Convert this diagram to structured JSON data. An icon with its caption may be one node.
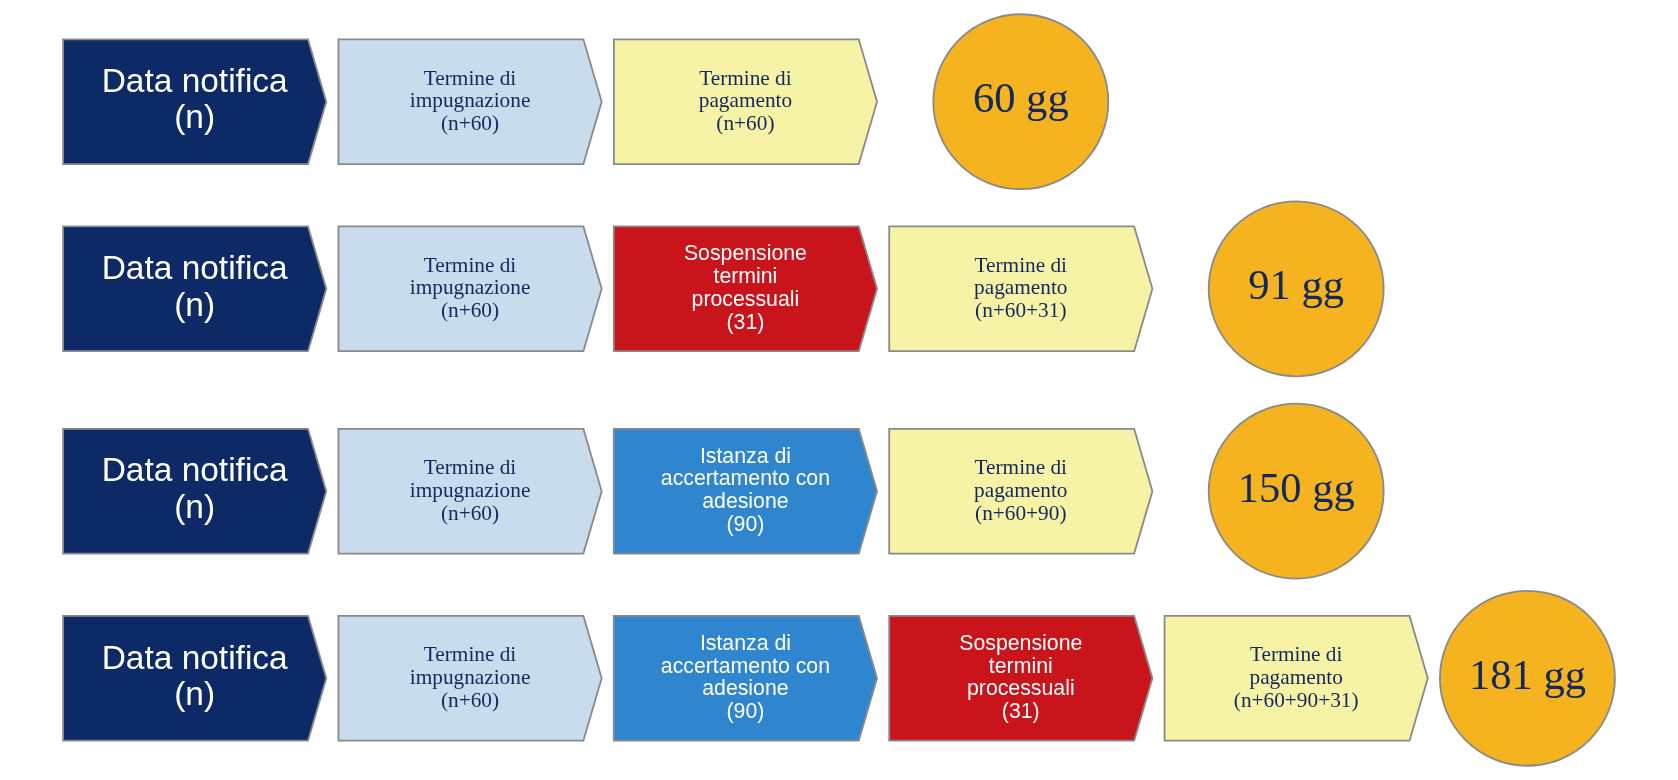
{
  "diagram": {
    "nodes": [
      {
        "text": [
          "Data notifica",
          "(n)"
        ]
      },
      {
        "text": [
          "Termine di impugnazione",
          "(n+60)"
        ]
      },
      {
        "text": [
          "Termine di pagamento",
          "(n+60)"
        ]
      },
      {
        "text": [
          "60 gg"
        ]
      },
      {
        "text": [
          "Data notifica",
          "(n)"
        ]
      },
      {
        "text": [
          "Termine di impugnazione",
          "(n+60)"
        ]
      },
      {
        "text": [
          "Sospensione termini processuali",
          "(31)"
        ]
      },
      {
        "text": [
          "Termine di pagamento",
          "(n+60+31)"
        ]
      },
      {
        "text": [
          "91 gg"
        ]
      },
      {
        "text": [
          "Data notifica",
          "(n)"
        ]
      },
      {
        "text": [
          "Termine di impugnazione",
          "(n+60)"
        ]
      },
      {
        "text": [
          "Istanza di accertamento con adesione",
          "(90)"
        ]
      },
      {
        "text": [
          "Termine di pagamento",
          "(n+60+90)"
        ]
      },
      {
        "text": [
          "150 gg"
        ]
      },
      {
        "text": [
          "Data notifica",
          "(n)"
        ]
      },
      {
        "text": [
          "Termine di impugnazione",
          "(n+60)"
        ]
      },
      {
        "text": [
          "Istanza di accertamento con adesione",
          "(90)"
        ]
      },
      {
        "text": [
          "Sospensione termini processuali",
          "(31)"
        ]
      },
      {
        "text": [
          "Termine di pagamento",
          "(n+60+90+31)"
        ]
      },
      {
        "text": [
          "181 gg"
        ]
      }
    ]
  }
}
